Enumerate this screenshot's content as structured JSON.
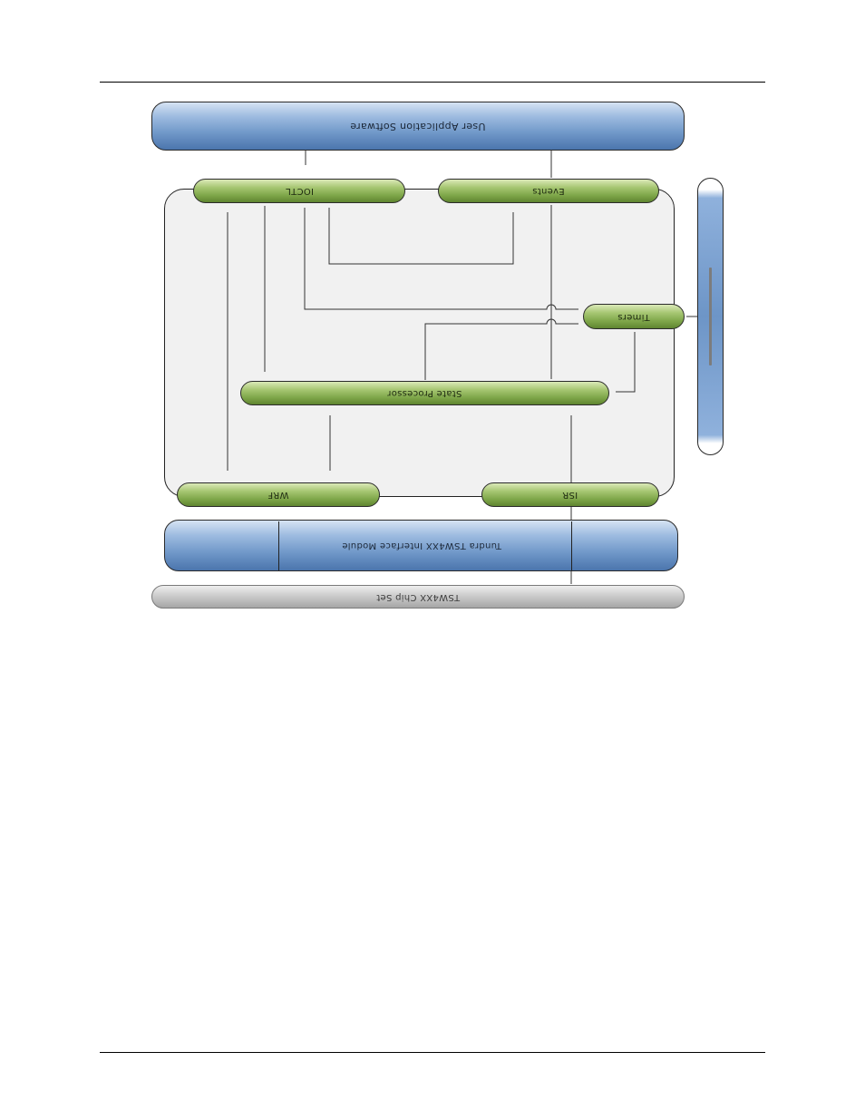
{
  "diagram": {
    "blocks": {
      "user_app": {
        "label": "User Application Software"
      },
      "ioctl": {
        "label": "IOCTL"
      },
      "events": {
        "label": "Events"
      },
      "timers": {
        "label": "Timers"
      },
      "state_processor": {
        "label": "State Processor"
      },
      "wrf": {
        "label": "WRF"
      },
      "isr": {
        "label": "ISR"
      },
      "tsw_module": {
        "label": "Tundra TSW4XX Interface Module"
      },
      "tsw_chip": {
        "label": "TSW4XX Chip Set"
      }
    },
    "colors": {
      "layer_blue": "#6f97c8",
      "component_green": "#7ea649",
      "chip_grey": "#cccccc",
      "frame_fill": "#f1f1f1"
    }
  }
}
